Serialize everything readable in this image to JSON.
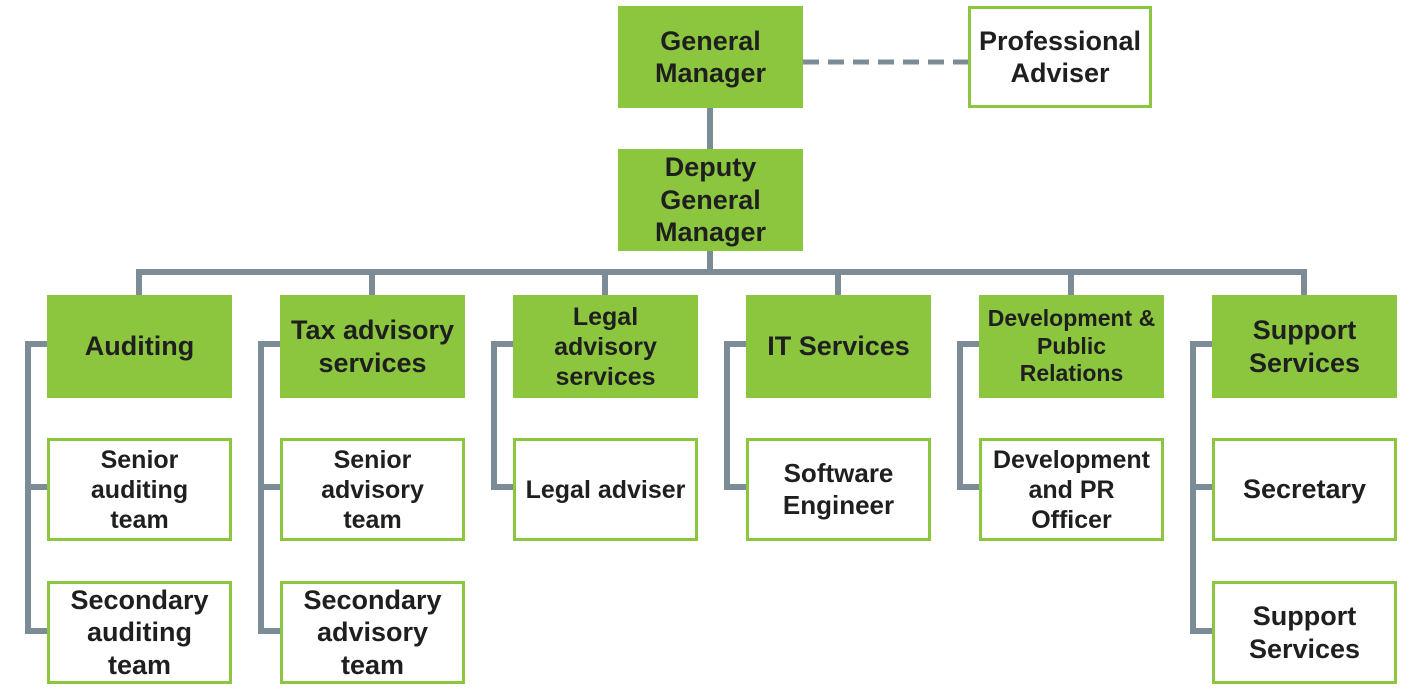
{
  "colors": {
    "node_fill": "#8cc63f",
    "node_border": "#8cc63f",
    "connector": "#7b8c97"
  },
  "top": {
    "general_manager": "General\nManager",
    "professional_adviser": "Professional\nAdviser",
    "deputy_general_manager": "Deputy\nGeneral\nManager"
  },
  "departments": [
    {
      "label": "Auditing",
      "children": [
        "Senior auditing\nteam",
        "Secondary\nauditing team"
      ]
    },
    {
      "label": "Tax advisory\nservices",
      "children": [
        "Senior advisory\nteam",
        "Secondary\nadvisory team"
      ]
    },
    {
      "label": "Legal advisory\nservices",
      "children": [
        "Legal adviser"
      ]
    },
    {
      "label": "IT Services",
      "children": [
        "Software\nEngineer"
      ]
    },
    {
      "label": "Development &\nPublic\nRelations",
      "children": [
        "Development\nand PR Officer"
      ]
    },
    {
      "label": "Support\nServices",
      "children": [
        "Secretary",
        "Support\nServices"
      ]
    }
  ]
}
